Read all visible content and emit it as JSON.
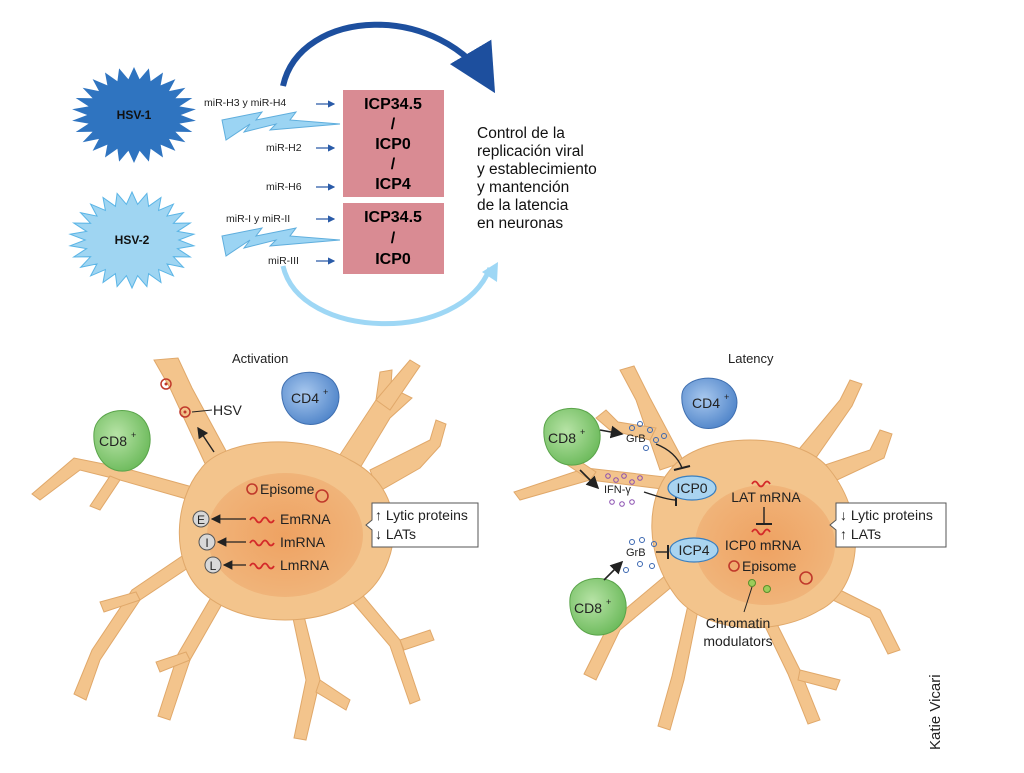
{
  "top": {
    "hsv1": {
      "label": "HSV-1",
      "color": "#2f74c0"
    },
    "hsv2": {
      "label": "HSV-2",
      "color": "#9fd5f2"
    },
    "mirnas_hsv1": [
      "miR-H3 y miR-H4",
      "miR-H2",
      "miR-H6"
    ],
    "mirnas_hsv2": [
      "miR-I y miR-II",
      "miR-III"
    ],
    "box1": [
      "ICP34.5",
      "/",
      "ICP0",
      "/",
      "ICP4"
    ],
    "box2": [
      "ICP34.5",
      "/",
      "ICP0"
    ],
    "box_color": "#d98b93",
    "control_text": [
      "Control de la",
      "replicación viral",
      "y establecimiento",
      "y mantención",
      "de la latencia",
      "en neuronas"
    ]
  },
  "activation": {
    "title": "Activation",
    "cd8": "CD8",
    "cd4": "CD4",
    "sup": "+",
    "hsv": "HSV",
    "episome": "Episome",
    "letters": [
      "E",
      "I",
      "L"
    ],
    "mrnas": [
      "EmRNA",
      "ImRNA",
      "LmRNA"
    ],
    "box_lines": [
      "↑ Lytic proteins",
      "↓ LATs"
    ]
  },
  "latency": {
    "title": "Latency",
    "cd8_top": "CD8",
    "cd8_bottom": "CD8",
    "cd4": "CD4",
    "sup": "+",
    "grb": "GrB",
    "ifn": "IFN-γ",
    "icp0": "ICP0",
    "icp4": "ICP4",
    "lat_mrna": "LAT mRNA",
    "icp0_mrna": "ICP0 mRNA",
    "episome": "Episome",
    "chromatin": [
      "Chromatin",
      "modulators"
    ],
    "box_lines": [
      "↓ Lytic proteins",
      "↑ LATs"
    ]
  },
  "credit": "Katie Vicari",
  "colors": {
    "neuron": "#f3c48c",
    "nucleus": "#e49a5c",
    "cd8": "#8fcf7e",
    "cd4": "#6f9fd8",
    "icp": "#a9d4f0",
    "mrna": "#d42a2a"
  }
}
